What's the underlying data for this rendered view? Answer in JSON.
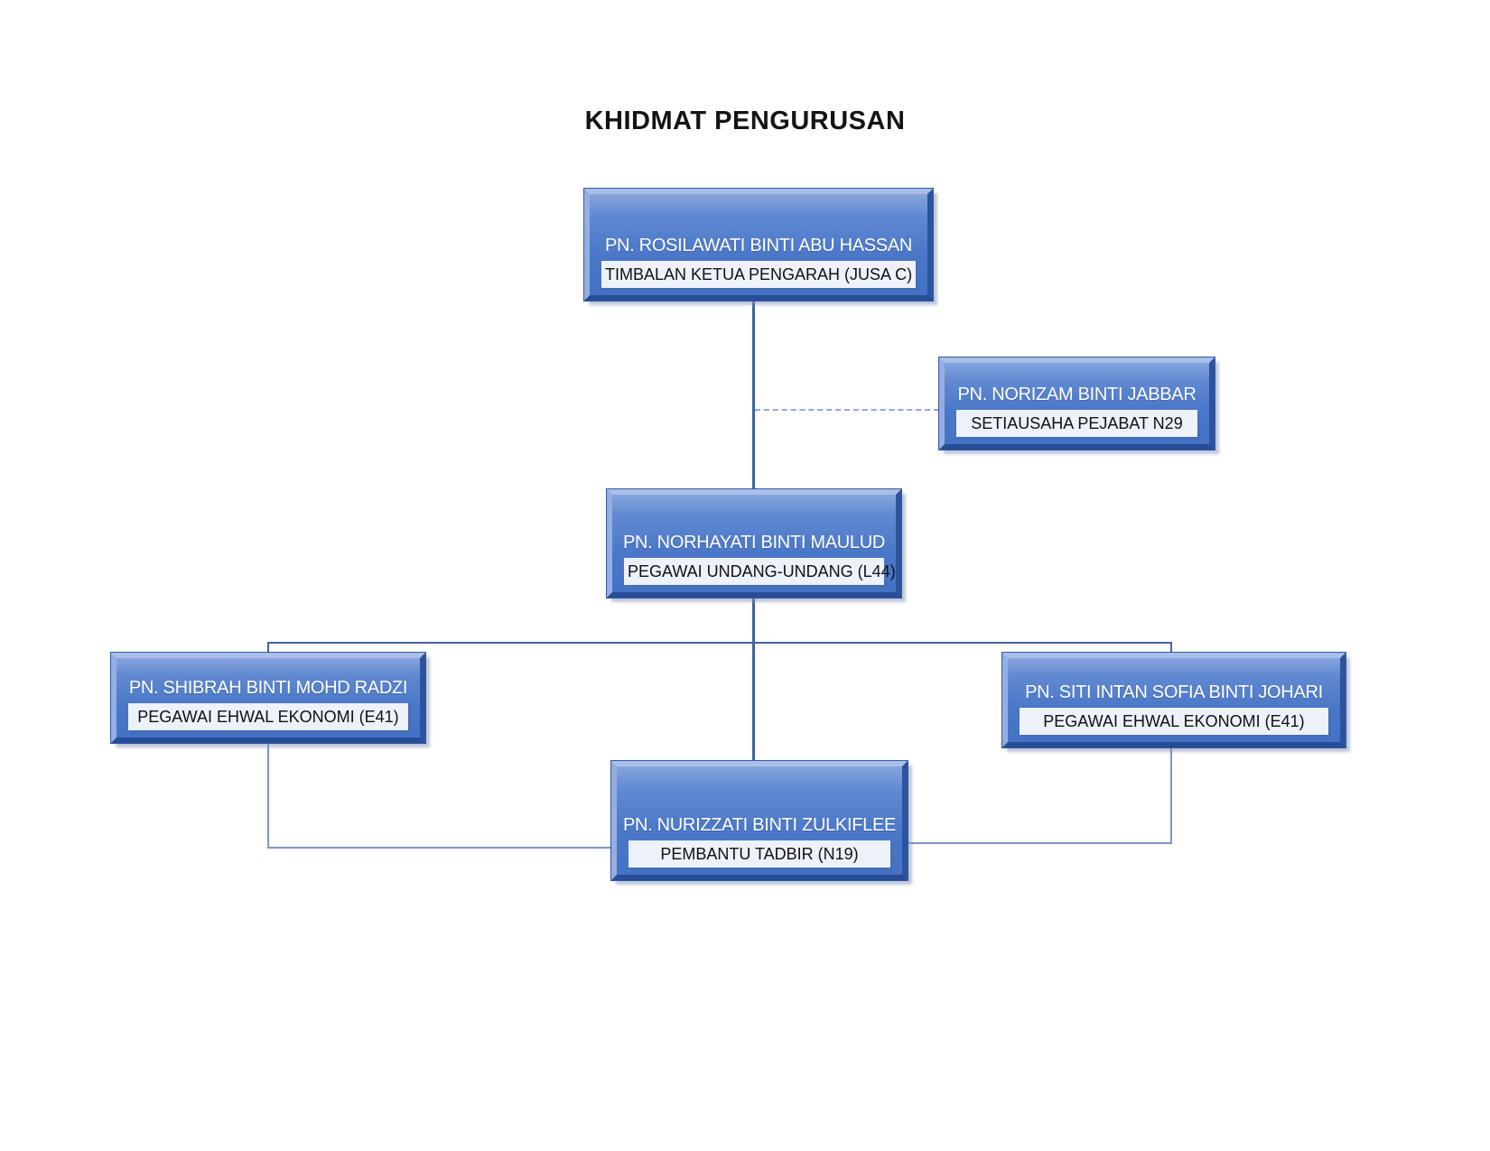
{
  "title": "KHIDMAT PENGURUSAN",
  "nodes": [
    {
      "id": "rosilawati",
      "name": "PN. ROSILAWATI BINTI ABU HASSAN",
      "role": "TIMBALAN KETUA PENGARAH (JUSA C)"
    },
    {
      "id": "norizam",
      "name": "PN. NORIZAM BINTI JABBAR",
      "role": "SETIAUSAHA PEJABAT N29"
    },
    {
      "id": "norhayati",
      "name": "PN. NORHAYATI BINTI MAULUD",
      "role": "PEGAWAI UNDANG-UNDANG (L44)"
    },
    {
      "id": "shibrah",
      "name": "PN. SHIBRAH BINTI MOHD RADZI",
      "role": "PEGAWAI EHWAL EKONOMI (E41)"
    },
    {
      "id": "sitiintan",
      "name": "PN. SITI INTAN SOFIA BINTI JOHARI",
      "role": "PEGAWAI EHWAL EKONOMI (E41)"
    },
    {
      "id": "nurizzati",
      "name": "PN. NURIZZATI BINTI ZULKIFLEE",
      "role": "PEMBANTU TADBIR (N19)"
    }
  ],
  "edges": [
    {
      "from": "rosilawati",
      "to": "norhayati",
      "style": "solid"
    },
    {
      "from": "rosilawati",
      "to": "norizam",
      "style": "dashed"
    },
    {
      "from": "norhayati",
      "to": "shibrah",
      "style": "solid"
    },
    {
      "from": "norhayati",
      "to": "sitiintan",
      "style": "solid"
    },
    {
      "from": "norhayati",
      "to": "nurizzati",
      "style": "solid"
    },
    {
      "from": "shibrah",
      "to": "nurizzati",
      "style": "thin-elbow"
    },
    {
      "from": "sitiintan",
      "to": "nurizzati",
      "style": "thin-elbow"
    }
  ],
  "colors": {
    "background": "#ffffff",
    "title_text": "#141414",
    "node_fill": "#4472c4",
    "node_fill_light": "#85a5dd",
    "bevel_light": "#aabfe8",
    "bevel_dark": "#2d539e",
    "node_name_text": "#ffffff",
    "role_bar_bg": "#edf1f9",
    "role_bar_text": "#111111",
    "connector_solid": "#44619d",
    "connector_thin": "#7f97c6",
    "connector_dashed": "#8faadc"
  }
}
